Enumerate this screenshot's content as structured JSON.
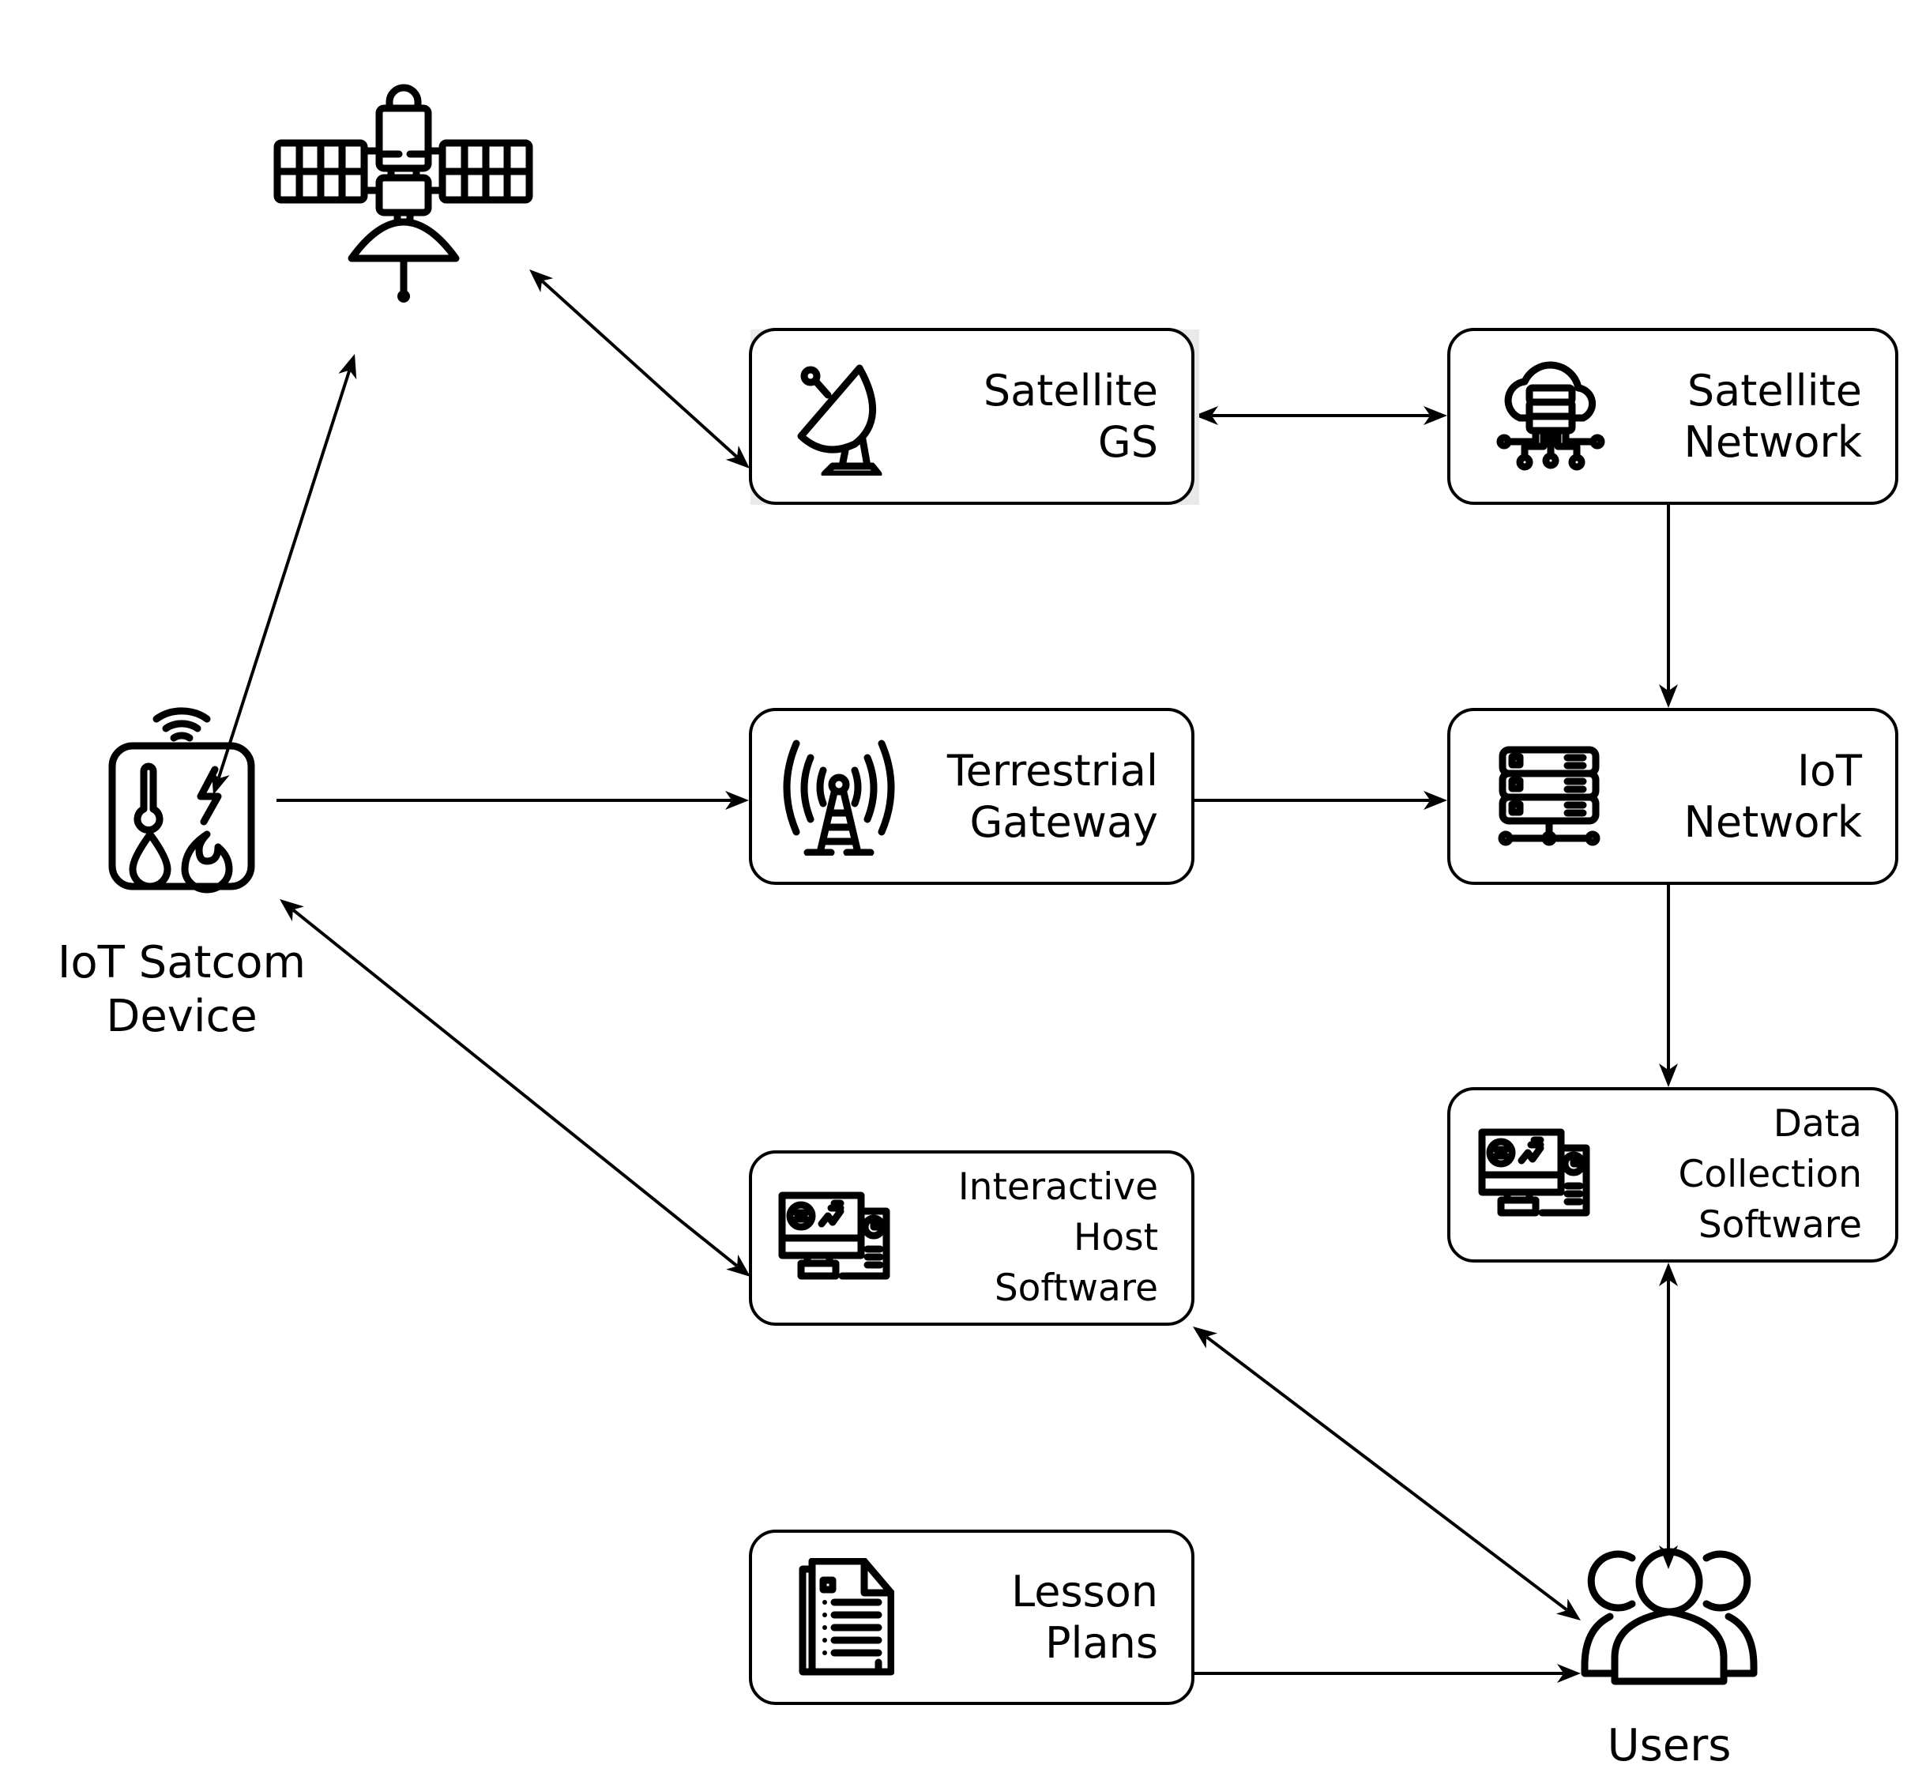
{
  "diagram": {
    "nodes": {
      "satellite": {
        "label": "",
        "icon": "satellite-icon"
      },
      "iot_device": {
        "label": "IoT Satcom\nDevice",
        "icon": "iot-sensor-device-icon"
      },
      "satellite_gs": {
        "label": "Satellite\nGS",
        "icon": "satellite-dish-icon"
      },
      "satellite_network": {
        "label": "Satellite\nNetwork",
        "icon": "cloud-server-icon"
      },
      "terrestrial_gateway": {
        "label": "Terrestrial\nGateway",
        "icon": "radio-tower-icon"
      },
      "iot_network": {
        "label": "IoT\nNetwork",
        "icon": "server-rack-icon"
      },
      "data_collection_software": {
        "label": "Data\nCollection\nSoftware",
        "icon": "dashboard-computer-icon"
      },
      "interactive_host_software": {
        "label": "Interactive\nHost\nSoftware",
        "icon": "dashboard-computer-icon"
      },
      "lesson_plans": {
        "label": "Lesson\nPlans",
        "icon": "documents-icon"
      },
      "users": {
        "label": "Users",
        "icon": "users-group-icon"
      }
    },
    "edges": [
      {
        "from": "satellite",
        "to": "iot_device",
        "direction": "both"
      },
      {
        "from": "satellite",
        "to": "satellite_gs",
        "direction": "both"
      },
      {
        "from": "satellite_gs",
        "to": "satellite_network",
        "direction": "both"
      },
      {
        "from": "satellite_network",
        "to": "iot_network",
        "direction": "forward"
      },
      {
        "from": "iot_device",
        "to": "terrestrial_gateway",
        "direction": "forward"
      },
      {
        "from": "terrestrial_gateway",
        "to": "iot_network",
        "direction": "forward"
      },
      {
        "from": "iot_network",
        "to": "data_collection_software",
        "direction": "forward"
      },
      {
        "from": "iot_device",
        "to": "interactive_host_software",
        "direction": "both"
      },
      {
        "from": "data_collection_software",
        "to": "users",
        "direction": "both"
      },
      {
        "from": "interactive_host_software",
        "to": "users",
        "direction": "both"
      },
      {
        "from": "lesson_plans",
        "to": "users",
        "direction": "forward"
      }
    ]
  }
}
